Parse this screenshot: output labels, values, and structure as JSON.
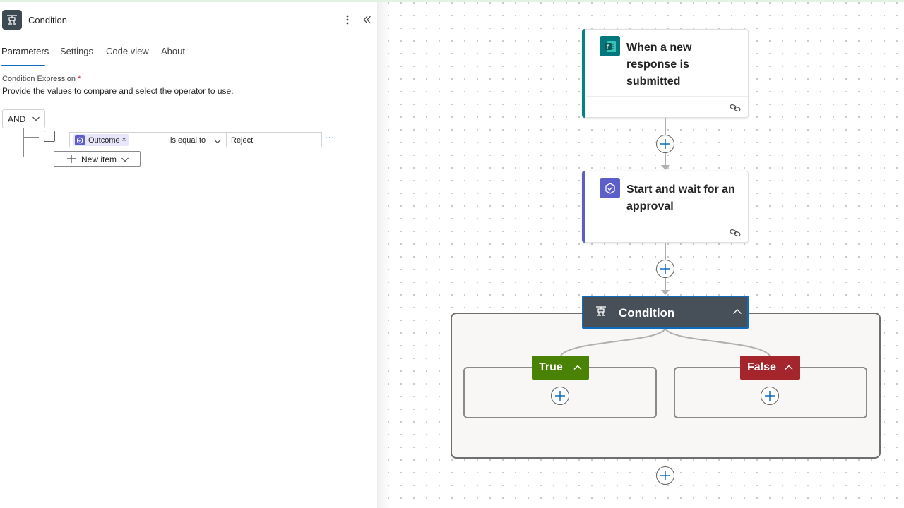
{
  "panel": {
    "title": "Condition",
    "tabs": [
      "Parameters",
      "Settings",
      "Code view",
      "About"
    ],
    "active_tab": "Parameters",
    "condition_expression_label": "Condition Expression",
    "required_marker": "*",
    "description": "Provide the values to compare and select the operator to use.",
    "group_operator": "AND",
    "rows": [
      {
        "left_token": "Outcome",
        "token_remove": "×",
        "operator": "is equal to",
        "right_value": "Reject",
        "more": "···"
      }
    ],
    "new_item_label": "New item"
  },
  "canvas": {
    "trigger_card": {
      "title_lines": [
        "When a new",
        "response is",
        "submitted"
      ],
      "accent_color": "#038387",
      "icon": "forms-icon"
    },
    "approval_card": {
      "title_lines": [
        "Start and wait for an",
        "approval"
      ],
      "accent_color": "#5b5fc7",
      "icon": "approval-icon"
    },
    "condition": {
      "title": "Condition",
      "header_color": "#474f59",
      "selected_border": "#0f6cbd"
    },
    "true_branch": {
      "label": "True",
      "color": "#498205"
    },
    "false_branch": {
      "label": "False",
      "color": "#a4262c"
    }
  },
  "colors": {
    "brand_blue": "#0f6cbd",
    "connector": "#b0b0b0"
  }
}
